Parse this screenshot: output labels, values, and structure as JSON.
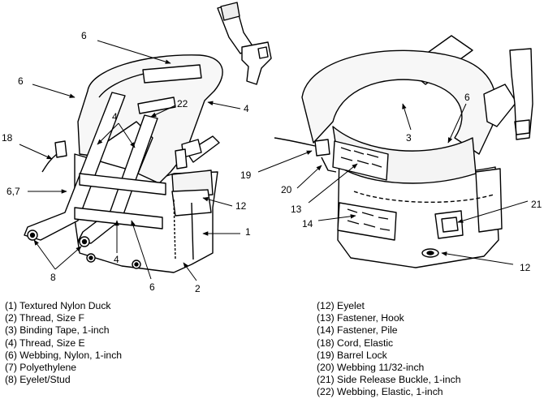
{
  "callouts": {
    "c6_top": "6",
    "c6_left": "6",
    "c22": "22",
    "c4_right": "4",
    "c4_upper": "4",
    "c18": "18",
    "c67": "6,7",
    "c1": "1",
    "c12_left": "12",
    "c8": "8",
    "c4_bottom": "4",
    "c6_bottom": "6",
    "c2": "2",
    "c3": "3",
    "c6_back": "6",
    "c19": "19",
    "c20": "20",
    "c13": "13",
    "c14": "14",
    "c21": "21",
    "c12_back": "12"
  },
  "legend_left": [
    "(1) Textured Nylon Duck",
    "(2) Thread, Size F",
    "(3) Binding Tape, 1-inch",
    "(4) Thread, Size E",
    "(6) Webbing, Nylon, 1-inch",
    "(7) Polyethylene",
    "(8) Eyelet/Stud"
  ],
  "legend_right": [
    "(12) Eyelet",
    "(13) Fastener, Hook",
    "(14) Fastener, Pile",
    "(18) Cord, Elastic",
    "(19) Barrel Lock",
    "(20) Webbing 11/32-inch",
    "(21) Side Release Buckle, 1-inch",
    "(22) Webbing, Elastic, 1-inch"
  ]
}
